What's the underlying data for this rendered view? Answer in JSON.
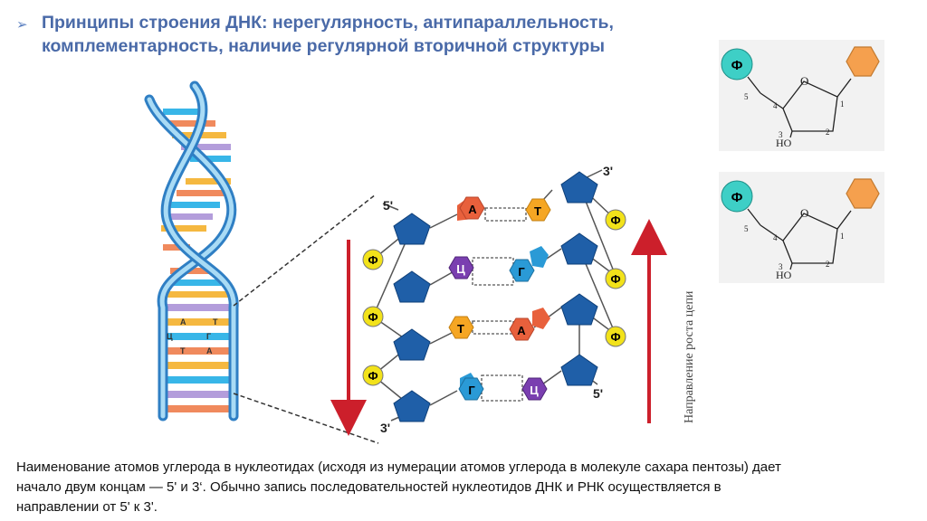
{
  "title": {
    "line1": "Принципы строения ДНК: нерегулярность, антипараллельность,",
    "line2": "комплементарность, наличие регулярной вторичной структуры"
  },
  "caption": {
    "line1": "Наименование атомов углерода в нуклеотидах (исходя из нумерации атомов углерода в молекуле сахара пентозы) дает",
    "line2": "начало двум концам — 5' и 3‘. Обычно запись последовательностей нуклеотидов ДНК и РНК осуществляется в",
    "line3": "направлении от 5' к 3'."
  },
  "helix_labels": {
    "a": "А",
    "t": "Т",
    "c": "Ц",
    "g": "Г"
  },
  "ladder": {
    "end_5_top": "5'",
    "end_3_top": "3'",
    "end_3_bottom": "3'",
    "end_5_bottom": "5'",
    "phosphate": "Ф",
    "pairs": [
      {
        "left": "А",
        "right": "Т"
      },
      {
        "left": "Ц",
        "right": "Г"
      },
      {
        "left": "Т",
        "right": "А"
      },
      {
        "left": "Г",
        "right": "Ц"
      }
    ],
    "growth_direction": "Направление роста цепи"
  },
  "nucleotide": {
    "phosphate": "Ф",
    "oxygen": "O",
    "ho": "HO",
    "c1": "1",
    "c2": "2",
    "c3": "3",
    "c4": "4",
    "c5": "5"
  },
  "colors": {
    "title": "#4a6aa8",
    "sugar": "#1f5fa8",
    "phosphate": "#f2e21a",
    "adenine": "#e8603c",
    "thymine": "#f5a623",
    "cytosine": "#7a3fb0",
    "guanine": "#2a9ad6",
    "arrow": "#cc1f2b",
    "teal": "#3ecfc6",
    "hexagon": "#f5a04e"
  }
}
